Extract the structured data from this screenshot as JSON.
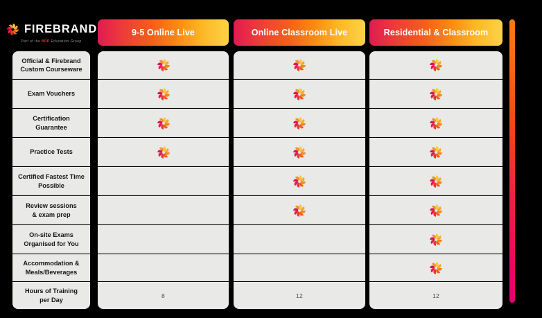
{
  "brand": {
    "name": "FIREBRAND",
    "tagline_pre": "Part of the ",
    "tagline_bold": "BPP",
    "tagline_post": " Education Group",
    "logo_icon": "firebrand-flame-icon",
    "accent_red": "#e4322b",
    "accent_orange": "#f4601b",
    "accent_yellow": "#fdd247",
    "accent_crimson": "#e01b52"
  },
  "table": {
    "columns": [
      {
        "label": "9-5 Online Live"
      },
      {
        "label": "Online Classroom Live"
      },
      {
        "label": "Residential & Classroom"
      }
    ],
    "rows": [
      {
        "label": "Official & Firebrand Custom Courseware",
        "label_lines": [
          "Official & Firebrand",
          "Custom Courseware"
        ],
        "cells": [
          "check",
          "check",
          "check"
        ]
      },
      {
        "label": "Exam Vouchers",
        "label_lines": [
          "Exam Vouchers"
        ],
        "cells": [
          "check",
          "check",
          "check"
        ]
      },
      {
        "label": "Certification Guarantee",
        "label_lines": [
          "Certification Guarantee"
        ],
        "cells": [
          "check",
          "check",
          "check"
        ]
      },
      {
        "label": "Practice Tests",
        "label_lines": [
          "Practice Tests"
        ],
        "cells": [
          "check",
          "check",
          "check"
        ]
      },
      {
        "label": "Certified Fastest Time Possible",
        "label_lines": [
          "Certified Fastest Time",
          "Possible"
        ],
        "cells": [
          "",
          "check",
          "check"
        ]
      },
      {
        "label": "Review sessions & exam prep",
        "label_lines": [
          "Review sessions",
          "& exam prep"
        ],
        "cells": [
          "",
          "check",
          "check"
        ]
      },
      {
        "label": "On-site Exams Organised for You",
        "label_lines": [
          "On-site Exams",
          "Organised for You"
        ],
        "cells": [
          "",
          "",
          "check"
        ]
      },
      {
        "label": "Accommodation & Meals/Beverages",
        "label_lines": [
          "Accommodation &",
          "Meals/Beverages"
        ],
        "cells": [
          "",
          "",
          "check"
        ]
      },
      {
        "label": "Hours of Training per Day",
        "label_lines": [
          "Hours of Training",
          "per Day"
        ],
        "cells": [
          "8",
          "12",
          "12"
        ]
      }
    ],
    "check_icon": "firebrand-flame-check-icon",
    "cell_background": "#e9e9e7",
    "divider_color": "#d8d8d6"
  },
  "decor": {
    "side_bar_icon": "gradient-accent-bar",
    "side_bar_top_color": "#ff7a0f",
    "side_bar_bottom_color": "#e60073"
  }
}
